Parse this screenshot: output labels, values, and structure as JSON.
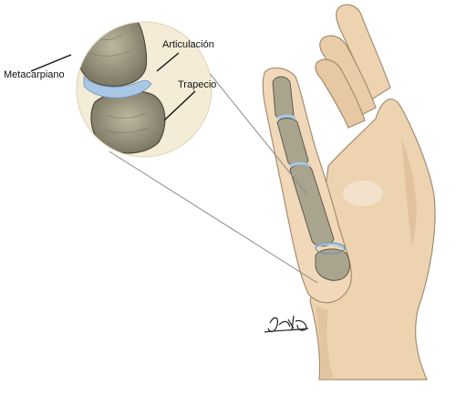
{
  "labels": {
    "metacarpal": "Metacarpiano",
    "joint": "Articulación",
    "trapezium": "Trapecio"
  },
  "colors": {
    "skin": "#edd3b0",
    "skin_shadow": "#d8b58f",
    "skin_outline": "#a58d72",
    "bone": "#a9a48d",
    "bone_dark": "#6f6a58",
    "cartilage": "#a9c8e6",
    "inset_bg": "#f4ecd6"
  },
  "signature": "artist signature (drawn)"
}
